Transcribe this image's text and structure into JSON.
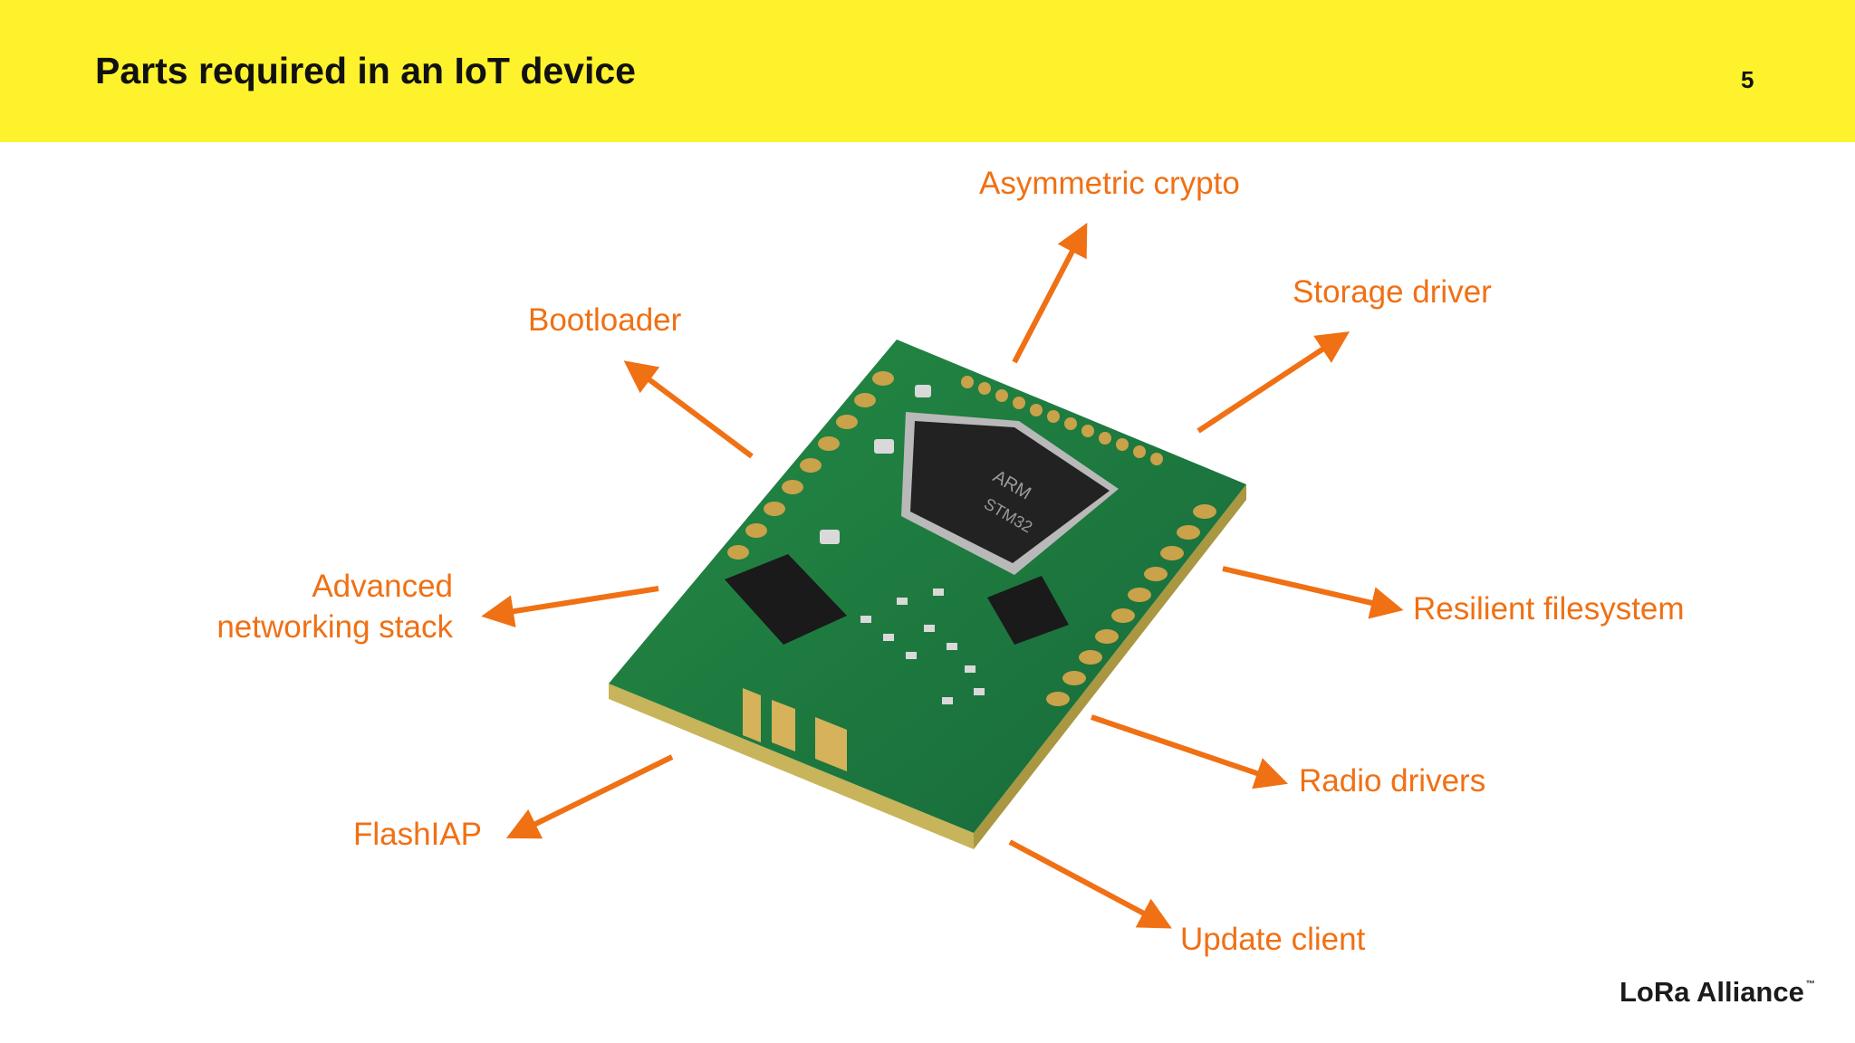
{
  "slide": {
    "title": "Parts required in an IoT device",
    "page_number": "5"
  },
  "labels": {
    "asymmetric_crypto": "Asymmetric crypto",
    "storage_driver": "Storage driver",
    "bootloader": "Bootloader",
    "advanced_networking_line1": "Advanced",
    "advanced_networking_line2": "networking stack",
    "resilient_filesystem": "Resilient filesystem",
    "radio_drivers": "Radio drivers",
    "flashiap": "FlashIAP",
    "update_client": "Update client"
  },
  "chip_markings": {
    "line1": "ARM",
    "line2": "STM32"
  },
  "logo": {
    "text": "LoRa Alliance",
    "trademark": "™"
  },
  "colors": {
    "header": "#fdf22c",
    "accent": "#f07014",
    "board": "#1c7a3c",
    "pad": "#c9a24a"
  }
}
